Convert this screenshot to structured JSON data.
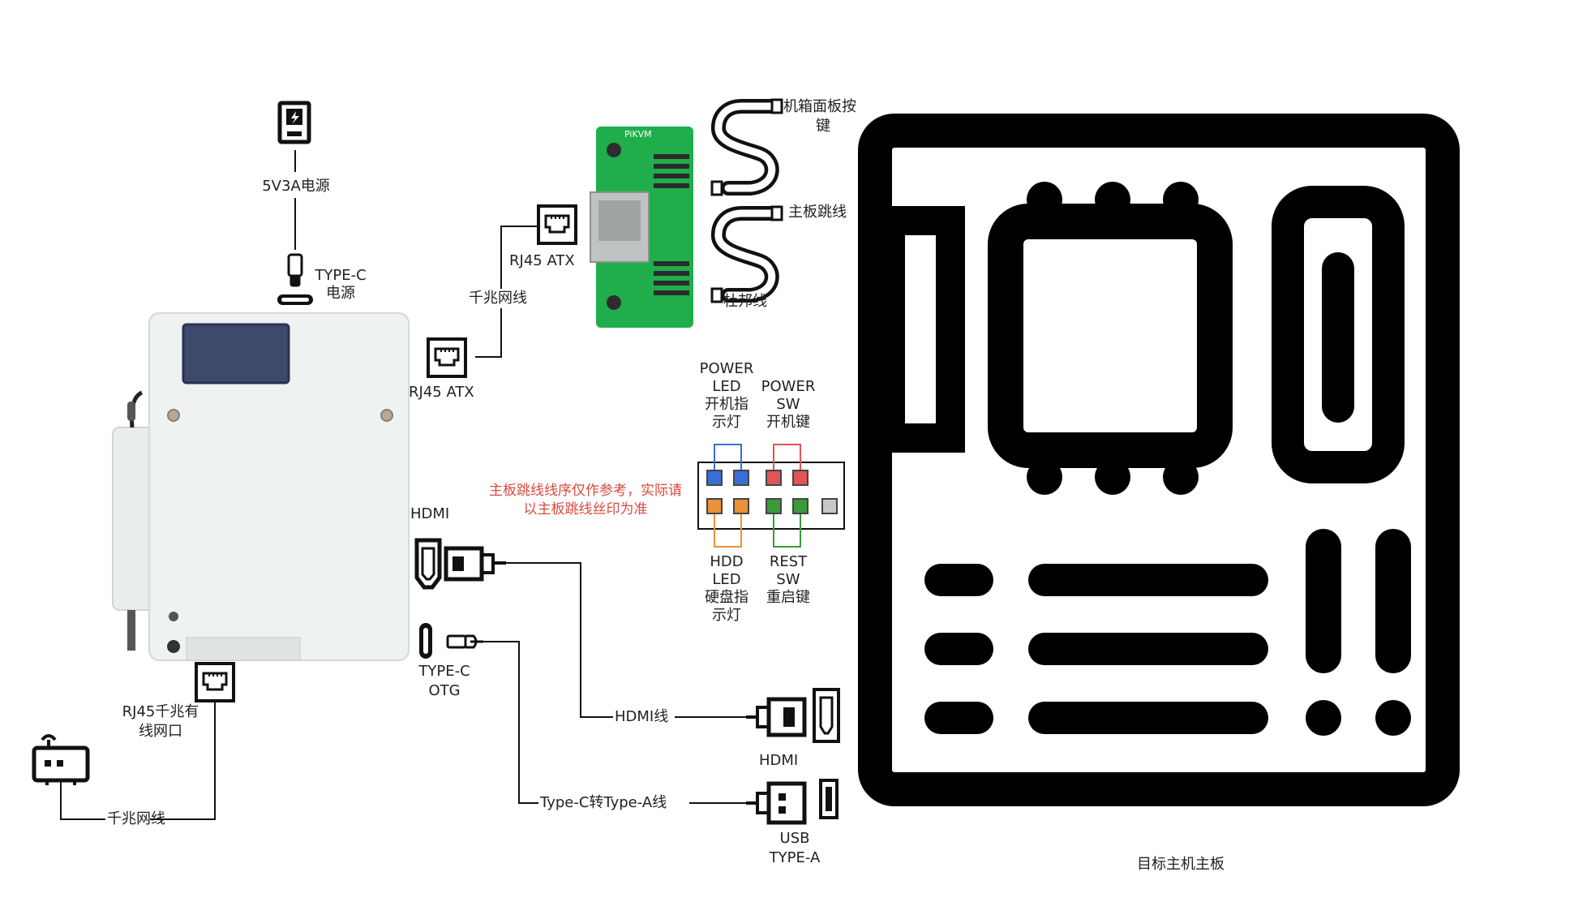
{
  "labels": {
    "power_supply": "5V3A电源",
    "typec_power": [
      "TYPE-C",
      "电源"
    ],
    "rj45_atx_top": "RJ45 ATX",
    "rj45_atx_left": "RJ45 ATX",
    "gigabit_cable_top": "千兆网线",
    "pikvm_logo": "PiKVM",
    "case_buttons": [
      "机箱面板按",
      "键"
    ],
    "mb_jumper": "主板跳线",
    "dupont": "杜邦线",
    "power_led": [
      "POWER",
      "LED",
      "开机指",
      "示灯"
    ],
    "power_sw": [
      "POWER",
      "SW",
      "开机键"
    ],
    "hdd_led": [
      "HDD",
      "LED",
      "硬盘指",
      "示灯"
    ],
    "reset_sw": [
      "REST",
      "SW",
      "重启键"
    ],
    "note": [
      "主板跳线线序仅作参考，实际请",
      "以主板跳线丝印为准"
    ],
    "hdmi_port": "HDMI",
    "typec_otg": [
      "TYPE-C",
      "OTG"
    ],
    "rj45_gigabit": [
      "RJ45千兆有",
      "线网口"
    ],
    "gigabit_cable_bottom": "千兆网线",
    "hdmi_cable": "HDMI线",
    "typec_to_typea": "Type-C转Type-A线",
    "hdmi_target": "HDMI",
    "usb_target": [
      "USB",
      "TYPE-A"
    ],
    "motherboard": "目标主机主板"
  },
  "colors": {
    "line": "#111111",
    "pcb": "#1fae4b",
    "device_body": "#eef2f0",
    "screen": "#3d4a6b",
    "pin_blue": "#3a6fd8",
    "pin_red": "#e05555",
    "pin_orange": "#e9923a",
    "pin_green": "#3a9a3a",
    "pin_gray": "#c8c8c8",
    "note": "#d94a3c"
  },
  "icons": [
    "power-supply-icon",
    "typec-plug-icon",
    "typec-port-icon",
    "rj45-port-icon",
    "router-icon",
    "hdmi-port-icon",
    "hdmi-plug-icon",
    "usb-plug-icon",
    "usb-port-icon",
    "motherboard-icon",
    "dupont-cable-icon",
    "pin-header-icon",
    "kvm-device-icon",
    "atx-board-icon"
  ]
}
